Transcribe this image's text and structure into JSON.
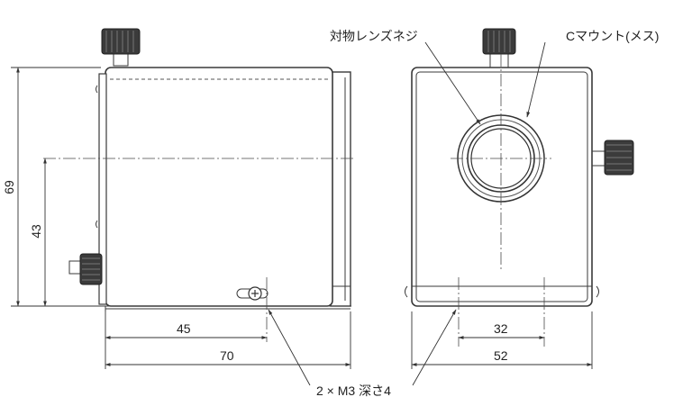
{
  "labels": {
    "objective_thread": "対物レンズネジ",
    "c_mount": "Cマウント(メス)",
    "tapped_holes": "2 × M3 深さ4"
  },
  "dimensions": {
    "overall_height": "69",
    "center_height": "43",
    "hole_offset": "45",
    "depth": "70",
    "hole_pitch": "32",
    "width": "52"
  }
}
